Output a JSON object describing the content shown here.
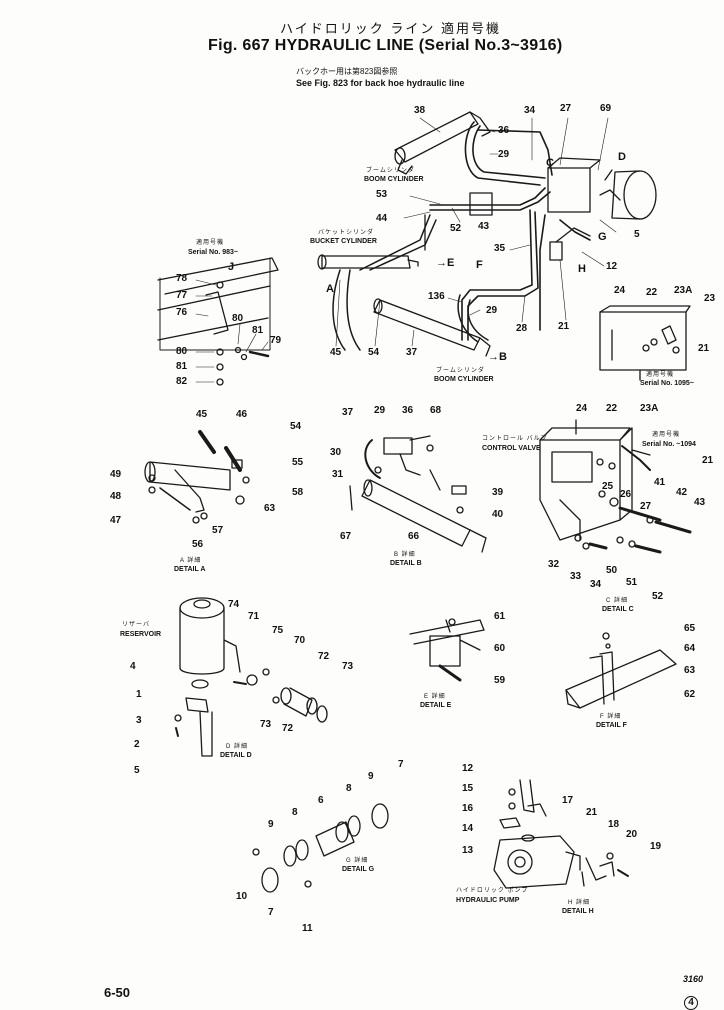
{
  "header": {
    "title_jp": "ハイドロリック ライン 適用号機",
    "title_en": "Fig. 667  HYDRAULIC LINE (Serial No.3~3916)",
    "note_jp": "バックホー用は第823図参照",
    "note_en": "See Fig. 823 for back hoe hydraulic line"
  },
  "labels": {
    "boom_cylinder_jp": "ブームシリンダ",
    "boom_cylinder_en": "BOOM CYLINDER",
    "bucket_cylinder_jp": "バケットシリンダ",
    "bucket_cylinder_en": "BUCKET CYLINDER",
    "control_valve_jp": "コントロール バルブ",
    "control_valve_en": "CONTROL VALVE",
    "reservoir_jp": "リザーバ",
    "reservoir_en": "RESERVOIR",
    "hydraulic_pump_jp": "ハイドロリック ポンプ",
    "hydraulic_pump_en": "HYDRAULIC PUMP",
    "serial_jp": "適用号機",
    "serial_983": "Serial No. 983~",
    "serial_1095": "Serial No. 1095~",
    "serial_1094": "Serial No. ~1094"
  },
  "details": {
    "a_jp": "A 詳細",
    "a": "DETAIL A",
    "b_jp": "B 詳細",
    "b": "DETAIL B",
    "c_jp": "C 詳細",
    "c": "DETAIL C",
    "d_jp": "D 詳細",
    "d": "DETAIL D",
    "e_jp": "E 詳細",
    "e": "DETAIL E",
    "f_jp": "F 詳細",
    "f": "DETAIL F",
    "g_jp": "G 詳細",
    "g": "DETAIL G",
    "h_jp": "H 詳細",
    "h": "DETAIL H"
  },
  "view_letters": {
    "a": "A",
    "b": "B",
    "c": "C",
    "d": "D",
    "e": "E",
    "f": "F",
    "g": "G",
    "h": "H",
    "j": "J",
    "arrow_e": "→E",
    "arrow_b": "→B"
  },
  "callouts": {
    "c38": "38",
    "c36": "36",
    "c29": "29",
    "c34": "34",
    "c27": "27",
    "c69": "69",
    "c53": "53",
    "c44": "44",
    "c52": "52",
    "c43": "43",
    "c35": "35",
    "c5": "5",
    "c12": "12",
    "c21": "21",
    "c28": "28",
    "c136": "136",
    "c29b": "29",
    "c45": "45",
    "c54": "54",
    "c37": "37",
    "c78": "78",
    "c77": "77",
    "c76": "76",
    "c80": "80",
    "c81": "81",
    "c79": "79",
    "c80b": "80",
    "c81b": "81",
    "c82": "82",
    "c24": "24",
    "c22": "22",
    "c23a": "23A",
    "c23": "23",
    "c21b": "21",
    "d45": "45",
    "d46": "46",
    "d54": "54",
    "d49": "49",
    "d48": "48",
    "d47": "47",
    "d55": "55",
    "d58": "58",
    "d63": "63",
    "d57": "57",
    "d56": "56",
    "b37": "37",
    "b29": "29",
    "b36": "36",
    "b68": "68",
    "b30": "30",
    "b31": "31",
    "b39": "39",
    "b40": "40",
    "b67": "67",
    "b66": "66",
    "v24": "24",
    "v22": "22",
    "v23a": "23A",
    "v21": "21",
    "v41": "41",
    "v42": "42",
    "v43": "43",
    "v25": "25",
    "v26": "26",
    "v27": "27",
    "v32": "32",
    "v33": "33",
    "v34": "34",
    "v50": "50",
    "v51": "51",
    "v52": "52",
    "r74": "74",
    "r71": "71",
    "r75": "75",
    "r70": "70",
    "r72": "72",
    "r73": "73",
    "r73b": "73",
    "r72b": "72",
    "r4": "4",
    "r1": "1",
    "r3": "3",
    "r2": "2",
    "r5": "5",
    "e61": "61",
    "e60": "60",
    "e59": "59",
    "f65": "65",
    "f64": "64",
    "f63": "63",
    "f62": "62",
    "g9": "9",
    "g8": "8",
    "g6": "6",
    "g8b": "8",
    "g9b": "9",
    "g7": "7",
    "g10": "10",
    "g7b": "7",
    "g11": "11",
    "h12": "12",
    "h15": "15",
    "h16": "16",
    "h14": "14",
    "h13": "13",
    "h17": "17",
    "h21": "21",
    "h18": "18",
    "h20": "20",
    "h19": "19"
  },
  "footer": {
    "page": "6-50",
    "code": "3160",
    "revision": "4"
  }
}
